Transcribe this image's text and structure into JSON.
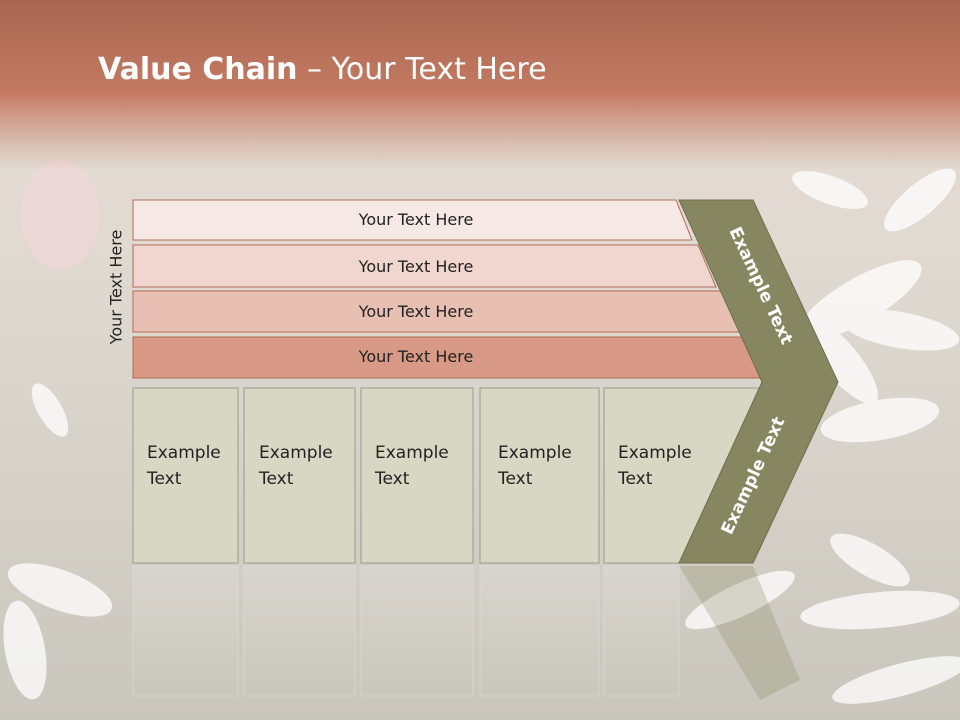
{
  "slide": {
    "title_bold": "Value Chain",
    "title_rest": " – Your Text Here",
    "side_label": "Your Text Here"
  },
  "rows": [
    {
      "label": "Your Text Here",
      "fill": "#f6e9e5"
    },
    {
      "label": "Your Text Here",
      "fill": "#f0d6ce"
    },
    {
      "label": "Your Text Here",
      "fill": "#e8c0b3"
    },
    {
      "label": "Your Text Here",
      "fill": "#d89a86"
    }
  ],
  "boxes": [
    {
      "line1": "Example",
      "line2": "Text"
    },
    {
      "line1": "Example",
      "line2": "Text"
    },
    {
      "line1": "Example",
      "line2": "Text"
    },
    {
      "line1": "Example",
      "line2": "Text"
    },
    {
      "line1": "Example",
      "line2": "Text"
    }
  ],
  "chevron": {
    "upper_label": "Example Text",
    "lower_label": "Example Text",
    "fill": "#868660"
  },
  "colors": {
    "header": "#c47a62",
    "box_fill": "#d6d8c3",
    "row_border": "#b06a55"
  }
}
